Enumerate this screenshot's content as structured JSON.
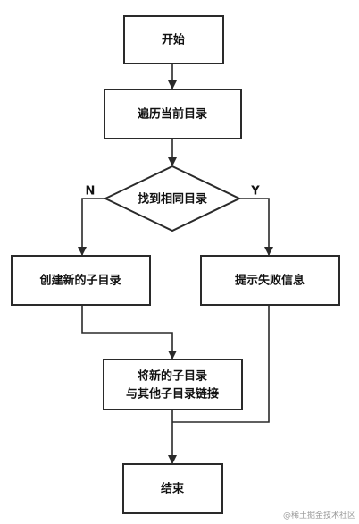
{
  "nodes": {
    "start": "开始",
    "traverse": "遍历当前目录",
    "decision": "找到相同目录",
    "create": "创建新的子目录",
    "fail": "提示失败信息",
    "link_line1": "将新的子目录",
    "link_line2": "与其他子目录链接",
    "end": "结束"
  },
  "branches": {
    "no": "N",
    "yes": "Y"
  },
  "watermark": "@稀土掘金技术社区"
}
